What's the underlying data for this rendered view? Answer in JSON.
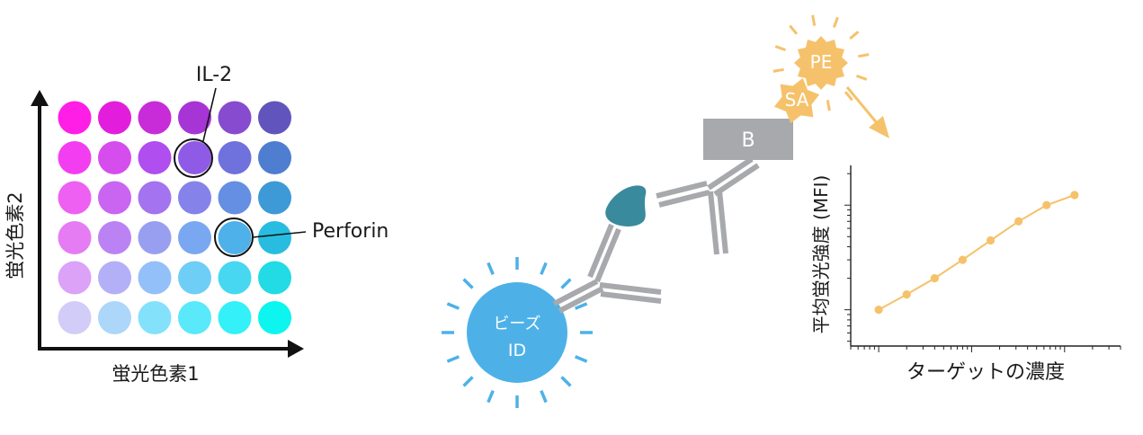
{
  "bead_array": {
    "axis_x_label": "蛍光色素1",
    "axis_y_label": "蛍光色素2",
    "callout_il2": "IL-2",
    "callout_perforin": "Perforin",
    "rows": [
      [
        "#ff1ee6",
        "#e21edc",
        "#c82cd8",
        "#a735d6",
        "#874bcf",
        "#6155bd"
      ],
      [
        "#f23ef0",
        "#d64ded",
        "#b04eef",
        "#8f5ae6",
        "#6f71dd",
        "#4f7dcf"
      ],
      [
        "#ee60f2",
        "#c965f0",
        "#a473ef",
        "#8583ea",
        "#658fe3",
        "#3d9ad6"
      ],
      [
        "#e57cf3",
        "#bb82f4",
        "#989ff0",
        "#7aa7f1",
        "#4eb1e9",
        "#28bde0"
      ],
      [
        "#dba2f8",
        "#b3b0f8",
        "#93c0f8",
        "#6fcef5",
        "#47d7f1",
        "#22dbe4"
      ],
      [
        "#d2ccf9",
        "#acd6fa",
        "#84e1fb",
        "#5ae8fb",
        "#34f0f8",
        "#0cf5ef"
      ]
    ]
  },
  "assay": {
    "bead_label_line1": "ビーズ",
    "bead_label_line2": "ID",
    "biotin_label": "B",
    "streptavidin_label": "SA",
    "pe_label": "PE",
    "colors": {
      "bead": "#4db1e8",
      "antibody": "#a7a9ac",
      "analyte": "#3a8a9d",
      "biotin_box": "#a7a9ac",
      "sa_pe": "#f5c26b",
      "arrow": "#f5c26b"
    }
  },
  "standard_curve": {
    "xlabel": "ターゲットの濃度",
    "ylabel": "平均蛍光強度 (MFI)",
    "chart_data": {
      "type": "line",
      "x_scale": "log",
      "y_scale": "log",
      "x": [
        1,
        2,
        4,
        8,
        16,
        32,
        64,
        128
      ],
      "y": [
        1.0,
        1.4,
        2.0,
        3.0,
        4.6,
        7.0,
        10.0,
        12.5
      ],
      "xlim": [
        0.5,
        400
      ],
      "ylim": [
        0.45,
        24
      ],
      "color": "#f5c26b"
    }
  }
}
